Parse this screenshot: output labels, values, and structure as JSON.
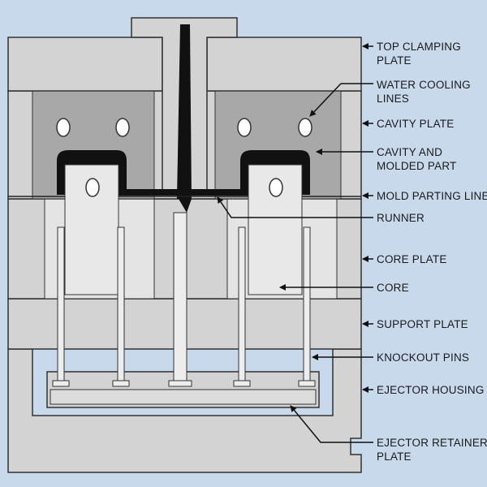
{
  "labels": {
    "top_clamping_plate": [
      "TOP CLAMPING",
      "PLATE"
    ],
    "water_cooling_lines": [
      "WATER COOLING",
      "LINES"
    ],
    "cavity_plate": [
      "CAVITY PLATE"
    ],
    "cavity_and_molded_part": [
      "CAVITY AND",
      "MOLDED PART"
    ],
    "mold_parting_line": [
      "MOLD PARTING LINE"
    ],
    "runner": [
      "RUNNER"
    ],
    "core_plate": [
      "CORE PLATE"
    ],
    "core": [
      "CORE"
    ],
    "support_plate": [
      "SUPPORT PLATE"
    ],
    "knockout_pins": [
      "KNOCKOUT PINS"
    ],
    "ejector_housing": [
      "EJECTOR HOUSING"
    ],
    "ejector_retainer_plate": [
      "EJECTOR RETAINER",
      "PLATE"
    ]
  },
  "colors": {
    "background": "#c9d9ec",
    "plate_fill": "#d3d3d3",
    "cavity_fill": "#a8a8a8",
    "core_fill": "#e4e4e4",
    "molded_part": "#111111",
    "outline": "#333333"
  }
}
